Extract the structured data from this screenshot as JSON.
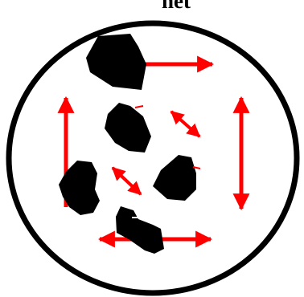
{
  "title": "net",
  "colors": {
    "outline": "#000000",
    "blob": "#000000",
    "arrow": "#ff0000",
    "background": "#ffffff"
  },
  "diagram": {
    "elements": [
      {
        "name": "boundary-circle",
        "shape": "circle"
      },
      {
        "name": "solid-particle",
        "shape": "irregular-polygon",
        "count": 6
      },
      {
        "name": "displacement-arrow",
        "shape": "arrow",
        "count": 8
      }
    ]
  }
}
